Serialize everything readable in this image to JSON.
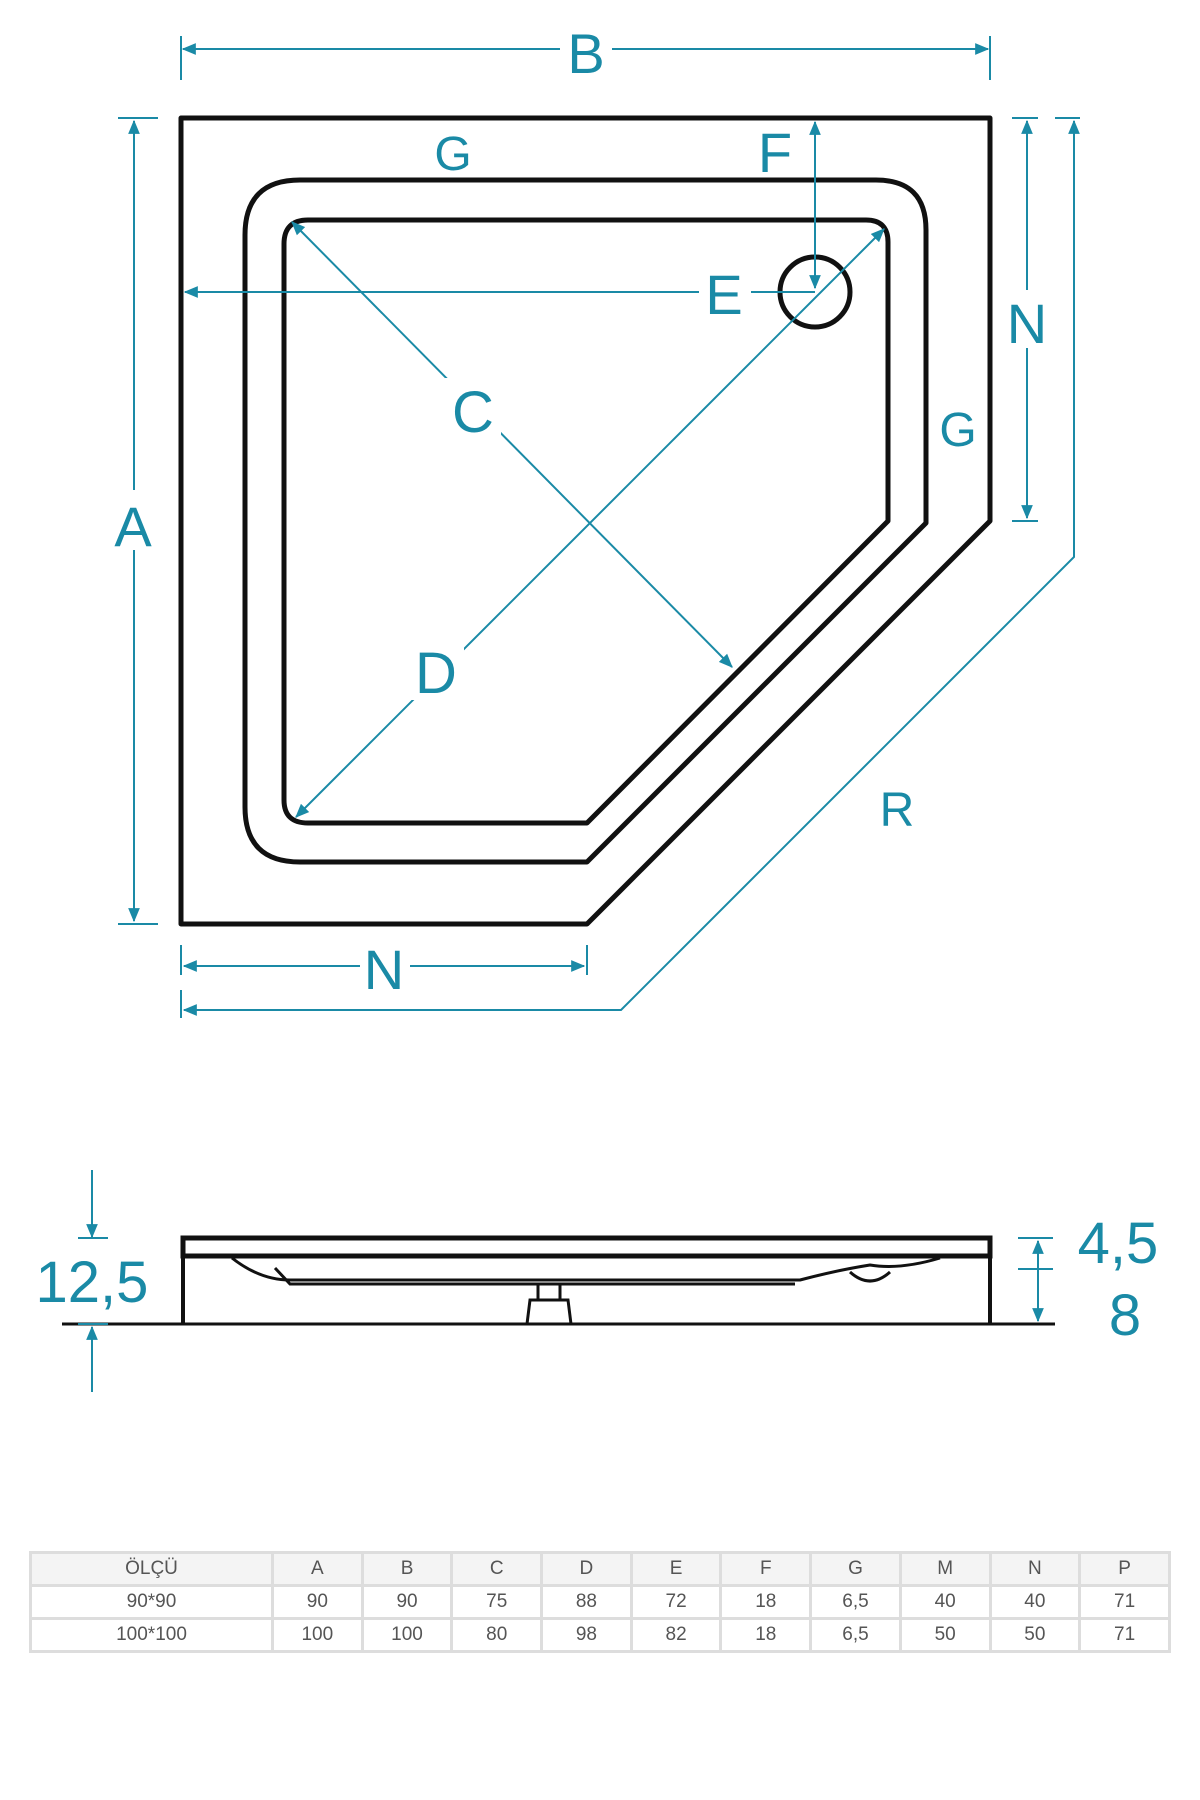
{
  "diagram": {
    "labels": {
      "A": "A",
      "B": "B",
      "C": "C",
      "D": "D",
      "E": "E",
      "F": "F",
      "G_top": "G",
      "G_right": "G",
      "N_right": "N",
      "N_bottom": "N",
      "R": "R"
    },
    "side_view": {
      "height_total": "12,5",
      "rim": "4,5",
      "base": "8"
    }
  },
  "table": {
    "headers": [
      "ÖLÇÜ",
      "A",
      "B",
      "C",
      "D",
      "E",
      "F",
      "G",
      "M",
      "N",
      "P"
    ],
    "rows": [
      [
        "90*90",
        "90",
        "90",
        "75",
        "88",
        "72",
        "18",
        "6,5",
        "40",
        "40",
        "71"
      ],
      [
        "100*100",
        "100",
        "100",
        "80",
        "98",
        "82",
        "18",
        "6,5",
        "50",
        "50",
        "71"
      ]
    ]
  },
  "colors": {
    "dimension": "#1a8aa6",
    "outline": "#111111",
    "table_border": "#dddddd",
    "table_header_bg": "#f4f4f4"
  }
}
